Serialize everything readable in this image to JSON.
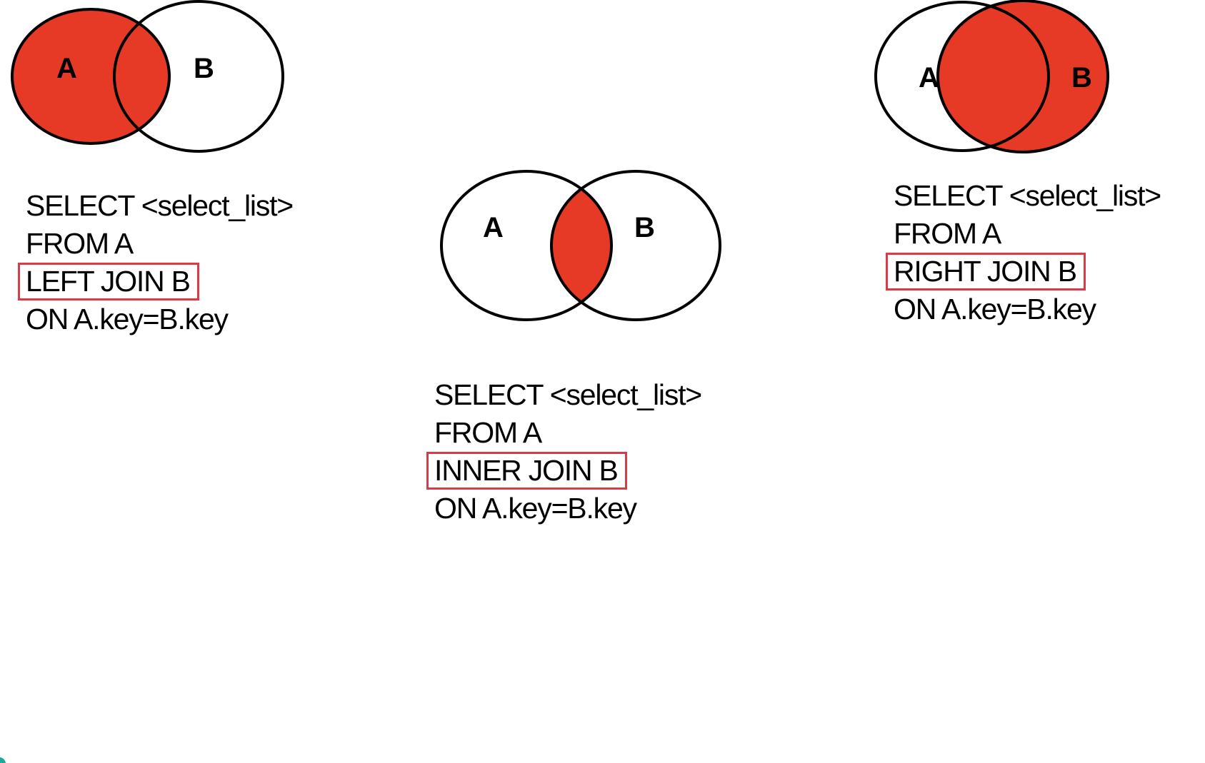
{
  "colors": {
    "fill": "#e63a27",
    "stroke": "#000000",
    "highlight_box": "#d93a46",
    "background": "#ffffff"
  },
  "left_join": {
    "venn": {
      "set_a": "A",
      "set_b": "B"
    },
    "sql": {
      "select": "SELECT <select_list>",
      "from": "FROM A",
      "join": "LEFT JOIN B",
      "on": "ON  A.key=B.key"
    }
  },
  "inner_join": {
    "venn": {
      "set_a": "A",
      "set_b": "B"
    },
    "sql": {
      "select": "SELECT <select_list>",
      "from": "FROM A",
      "join": "INNER  JOIN B",
      "on": "ON  A.key=B.key"
    }
  },
  "right_join": {
    "venn": {
      "set_a": "A",
      "set_b": "B"
    },
    "sql": {
      "select": "SELECT <select_list>",
      "from": "FROM A",
      "join": "RIGHT JOIN B",
      "on": "ON  A.key=B.key"
    }
  }
}
